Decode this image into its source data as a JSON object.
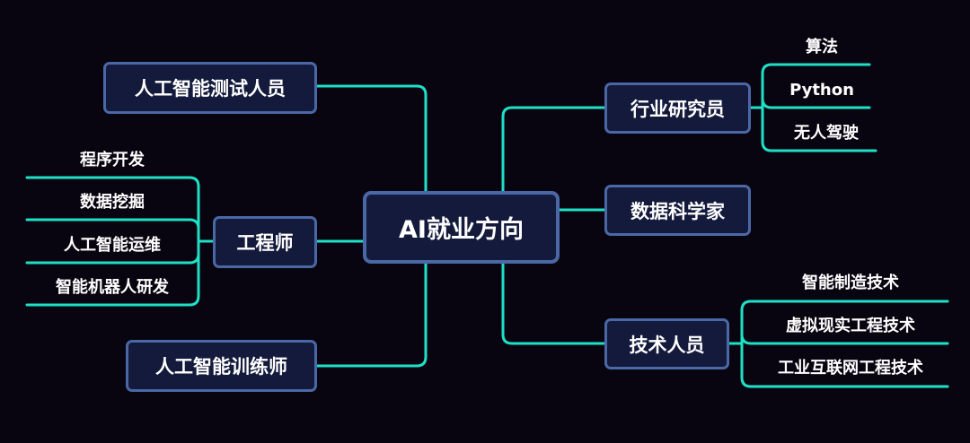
{
  "mindmap": {
    "center": "AI就业方向",
    "left": {
      "tester": "人工智能测试人员",
      "engineer": {
        "label": "工程师",
        "children": [
          "程序开发",
          "数据挖掘",
          "人工智能运维",
          "智能机器人研发"
        ]
      },
      "trainer": "人工智能训练师"
    },
    "right": {
      "researcher": {
        "label": "行业研究员",
        "children": [
          "算法",
          "Python",
          "无人驾驶"
        ]
      },
      "scientist": "数据科学家",
      "technician": {
        "label": "技术人员",
        "children": [
          "智能制造技术",
          "虚拟现实工程技术",
          "工业互联网工程技术"
        ]
      }
    }
  },
  "colors": {
    "background": "#090510",
    "connector": "#1ee0c6",
    "node_fill": "#141a3c",
    "node_border": "#4a68a6",
    "text": "#ffffff"
  }
}
